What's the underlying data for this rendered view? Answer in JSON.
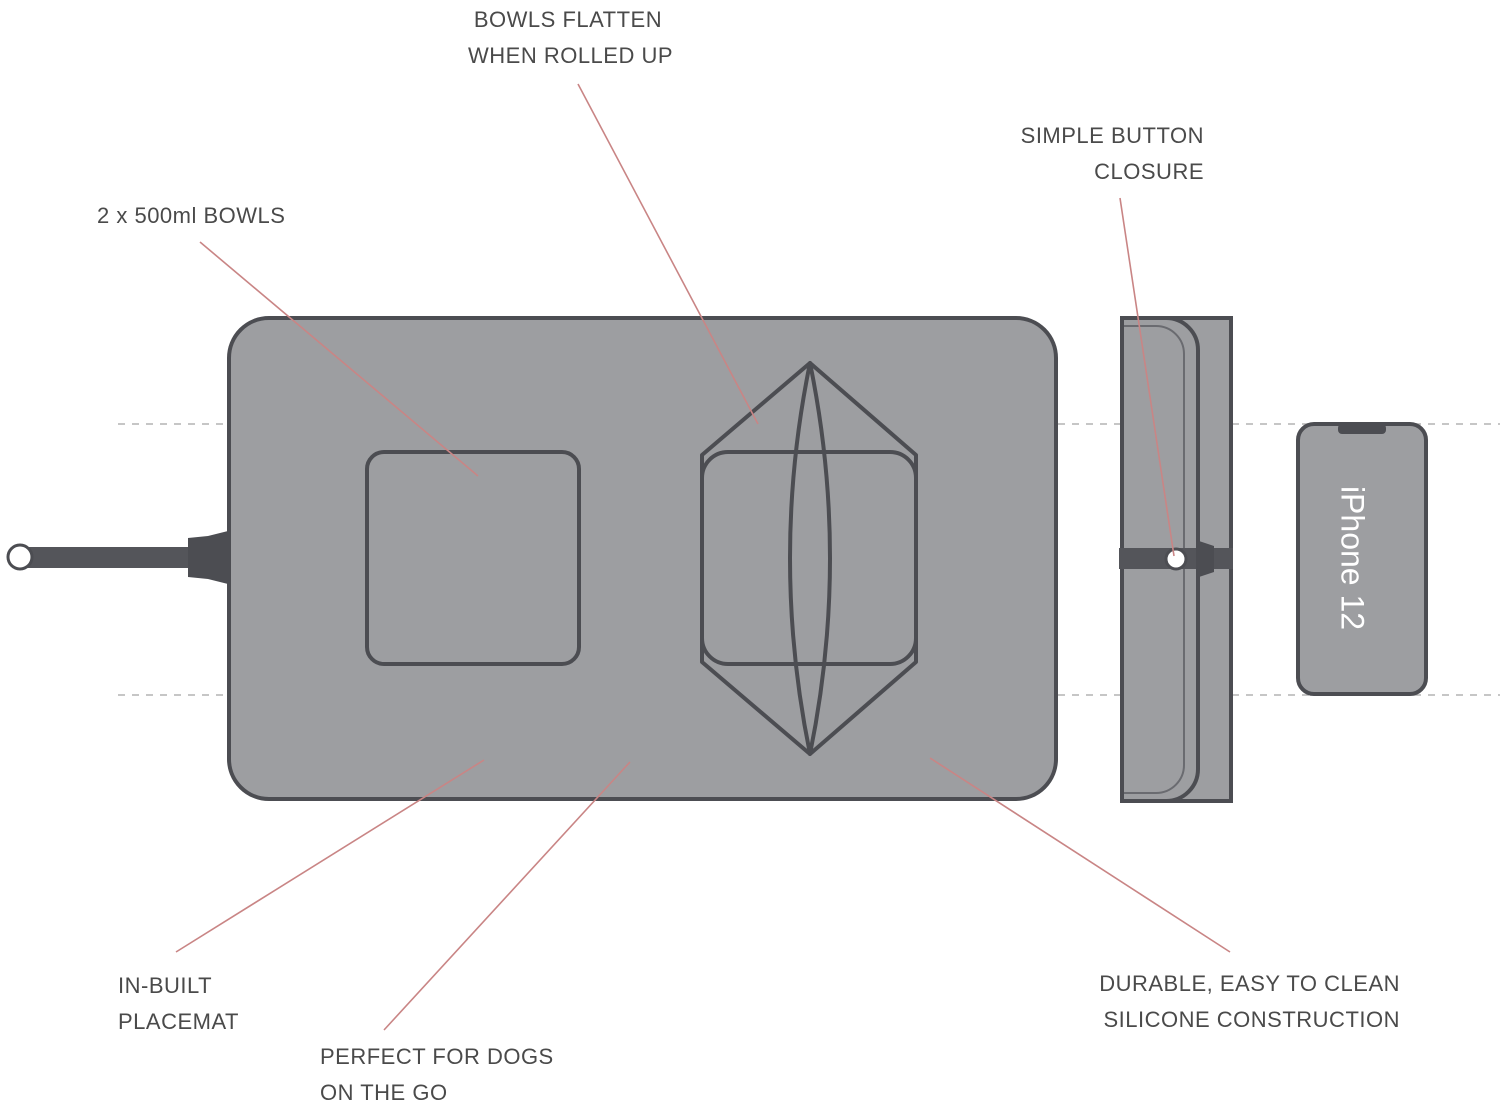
{
  "colors": {
    "background": "#ffffff",
    "mat_fill": "#9d9ea1",
    "outline": "#4c4d52",
    "strap": "#54555a",
    "leader_line": "#c98585",
    "guide_line": "#b4b4b4",
    "text": "#4a4a4a",
    "phone_text": "#ffffff"
  },
  "callouts": {
    "bowls_flatten": [
      "BOWLS FLATTEN",
      "WHEN ROLLED UP"
    ],
    "simple_button": [
      "SIMPLE BUTTON",
      "CLOSURE"
    ],
    "two_bowls": [
      "2 x 500ml BOWLS"
    ],
    "inbuilt_placemat": [
      "IN-BUILT",
      "PLACEMAT"
    ],
    "perfect_for_dogs": [
      "PERFECT FOR DOGS",
      "ON THE GO"
    ],
    "durable": [
      "DURABLE, EASY TO CLEAN",
      "SILICONE CONSTRUCTION"
    ]
  },
  "phone": {
    "label": "iPhone 12"
  }
}
